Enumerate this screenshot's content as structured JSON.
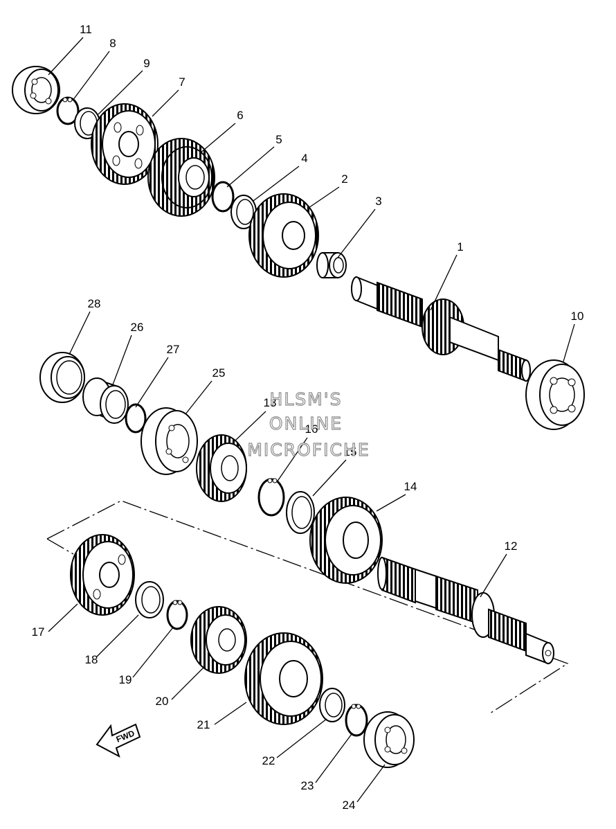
{
  "diagram": {
    "callouts": [
      {
        "id": "1",
        "label": "1"
      },
      {
        "id": "2",
        "label": "2"
      },
      {
        "id": "3",
        "label": "3"
      },
      {
        "id": "4",
        "label": "4"
      },
      {
        "id": "5",
        "label": "5"
      },
      {
        "id": "6",
        "label": "6"
      },
      {
        "id": "7",
        "label": "7"
      },
      {
        "id": "8",
        "label": "8"
      },
      {
        "id": "9",
        "label": "9"
      },
      {
        "id": "10",
        "label": "10"
      },
      {
        "id": "11",
        "label": "11"
      },
      {
        "id": "12",
        "label": "12"
      },
      {
        "id": "13",
        "label": "13"
      },
      {
        "id": "14",
        "label": "14"
      },
      {
        "id": "15",
        "label": "15"
      },
      {
        "id": "16",
        "label": "16"
      },
      {
        "id": "17",
        "label": "17"
      },
      {
        "id": "18",
        "label": "18"
      },
      {
        "id": "19",
        "label": "19"
      },
      {
        "id": "20",
        "label": "20"
      },
      {
        "id": "21",
        "label": "21"
      },
      {
        "id": "22",
        "label": "22"
      },
      {
        "id": "23",
        "label": "23"
      },
      {
        "id": "24",
        "label": "24"
      },
      {
        "id": "25",
        "label": "25"
      },
      {
        "id": "26",
        "label": "26"
      },
      {
        "id": "27",
        "label": "27"
      },
      {
        "id": "28",
        "label": "28"
      }
    ],
    "direction_arrow": {
      "label": "FWD",
      "icon": "forward-arrow-icon"
    },
    "watermark": {
      "lines": [
        "HLSM'S",
        "ONLINE",
        "MICROFICHE"
      ],
      "color": "#8a8a8a"
    }
  }
}
